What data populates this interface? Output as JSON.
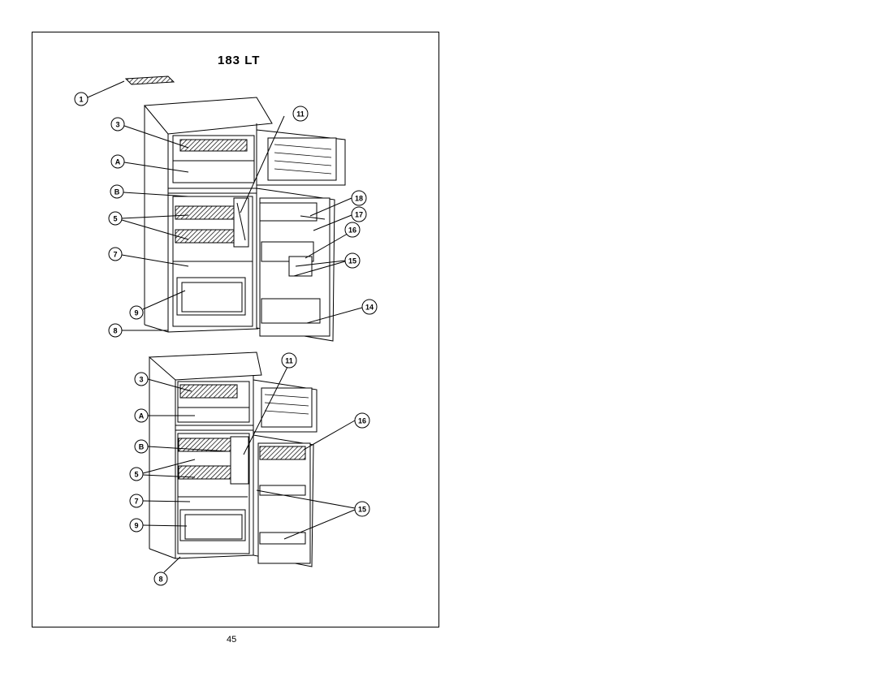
{
  "page": {
    "title": "183  LT",
    "page_number": "45"
  },
  "callouts": {
    "c1": "1",
    "c3": "3",
    "cA": "A",
    "cB": "B",
    "c5": "5",
    "c7": "7",
    "c9": "9",
    "c8": "8",
    "c11": "11",
    "c18": "18",
    "c17": "17",
    "c16": "16",
    "c15": "15",
    "c14": "14",
    "l3": "3",
    "lA": "A",
    "lB": "B",
    "l5": "5",
    "l7": "7",
    "l9": "9",
    "l8": "8",
    "l11": "11",
    "l16": "16",
    "l15": "15"
  }
}
